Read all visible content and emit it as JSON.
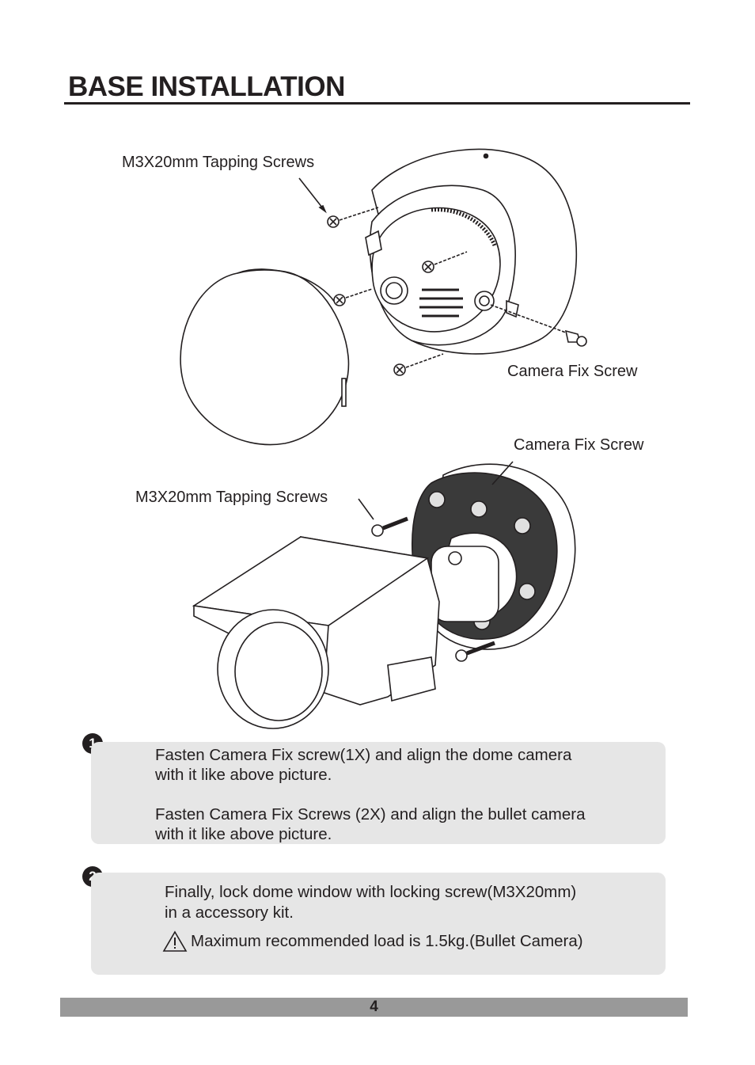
{
  "page": {
    "title": "BASE INSTALLATION",
    "page_number": "4"
  },
  "figure": {
    "dome_labels": {
      "tapping_screws": "M3X20mm Tapping Screws",
      "camera_fix_screw": "Camera Fix Screw"
    },
    "bullet_labels": {
      "camera_fix_screw": "Camera Fix Screw",
      "tapping_screws": "M3X20mm Tapping Screws"
    }
  },
  "steps": [
    {
      "number": "1",
      "paragraphs": [
        [
          "Fasten Camera Fix screw(1X) and align the dome camera",
          "with it like above picture."
        ],
        [
          "Fasten Camera Fix Screws (2X) and align the bullet camera",
          "with it like above picture."
        ]
      ]
    },
    {
      "number": "2",
      "paragraphs": [
        [
          "Finally, lock dome window with locking screw(M3X20mm)",
          "in a accessory kit."
        ]
      ],
      "warning": "Maximum recommended load is 1.5kg.(Bullet Camera)",
      "warning_icon": "warning-triangle-icon"
    }
  ],
  "colors": {
    "text": "#231f20",
    "step_box": "#e6e6e6",
    "footer_bar": "#999999"
  }
}
